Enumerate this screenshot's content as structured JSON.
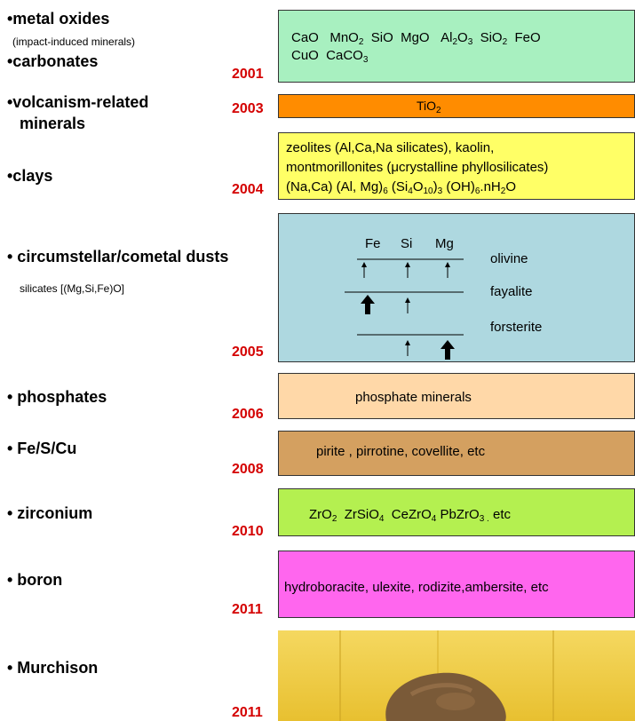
{
  "rows": [
    {
      "label": "•metal oxides",
      "sublabel": "(impact-induced minerals)",
      "label2": "•carbonates",
      "year": "2001",
      "color": "#a8f0c0",
      "text_line1": "CaO  MnO₂  SiO  MgO  Al₂O₃  SiO₂  FeO",
      "text_line2": "CuO  CaCO₃"
    },
    {
      "label": "•volcanism-related",
      "label2": "minerals",
      "year": "2003",
      "color": "#ff8c00",
      "text": "TiO₂"
    },
    {
      "label": "•clays",
      "year": "2004",
      "color": "#ffff66",
      "text_line1": "zeolites (Al,Ca,Na silicates), kaolin,",
      "text_line2": "montmorillonites (μcrystalline phyllosilicates)",
      "text_line3": "(Na,Ca) (Al, Mg)₆ (Si₄O₁₀)₃ (OH)₆.nH₂O"
    },
    {
      "label": "• circumstellar/cometal  dusts",
      "sublabel": "silicates [(Mg,Si,Fe)O]",
      "year": "2005",
      "color": "#aed8e0",
      "cols": [
        "Fe",
        "Si",
        "Mg"
      ],
      "minerals": [
        "olivine",
        "fayalite",
        "forsterite"
      ]
    },
    {
      "label": "• phosphates",
      "year": "2006",
      "color": "#ffd8a8",
      "text": "phosphate minerals"
    },
    {
      "label": "• Fe/S/Cu",
      "year": "2008",
      "color": "#d4a060",
      "text": "pirite , pirrotine, covellite, etc"
    },
    {
      "label": "• zirconium",
      "year": "2010",
      "color": "#b4f050",
      "text": "ZrO₂  ZrSiO₄  CeZrO₄ PbZrO₃ , etc"
    },
    {
      "label": "• boron",
      "year": "2011",
      "color": "#ff66ee",
      "text": "hydroboracite, ulexite, rodizite,ambersite, etc"
    },
    {
      "label": "• Murchison",
      "year": "2011",
      "color": "#e8c030"
    }
  ]
}
